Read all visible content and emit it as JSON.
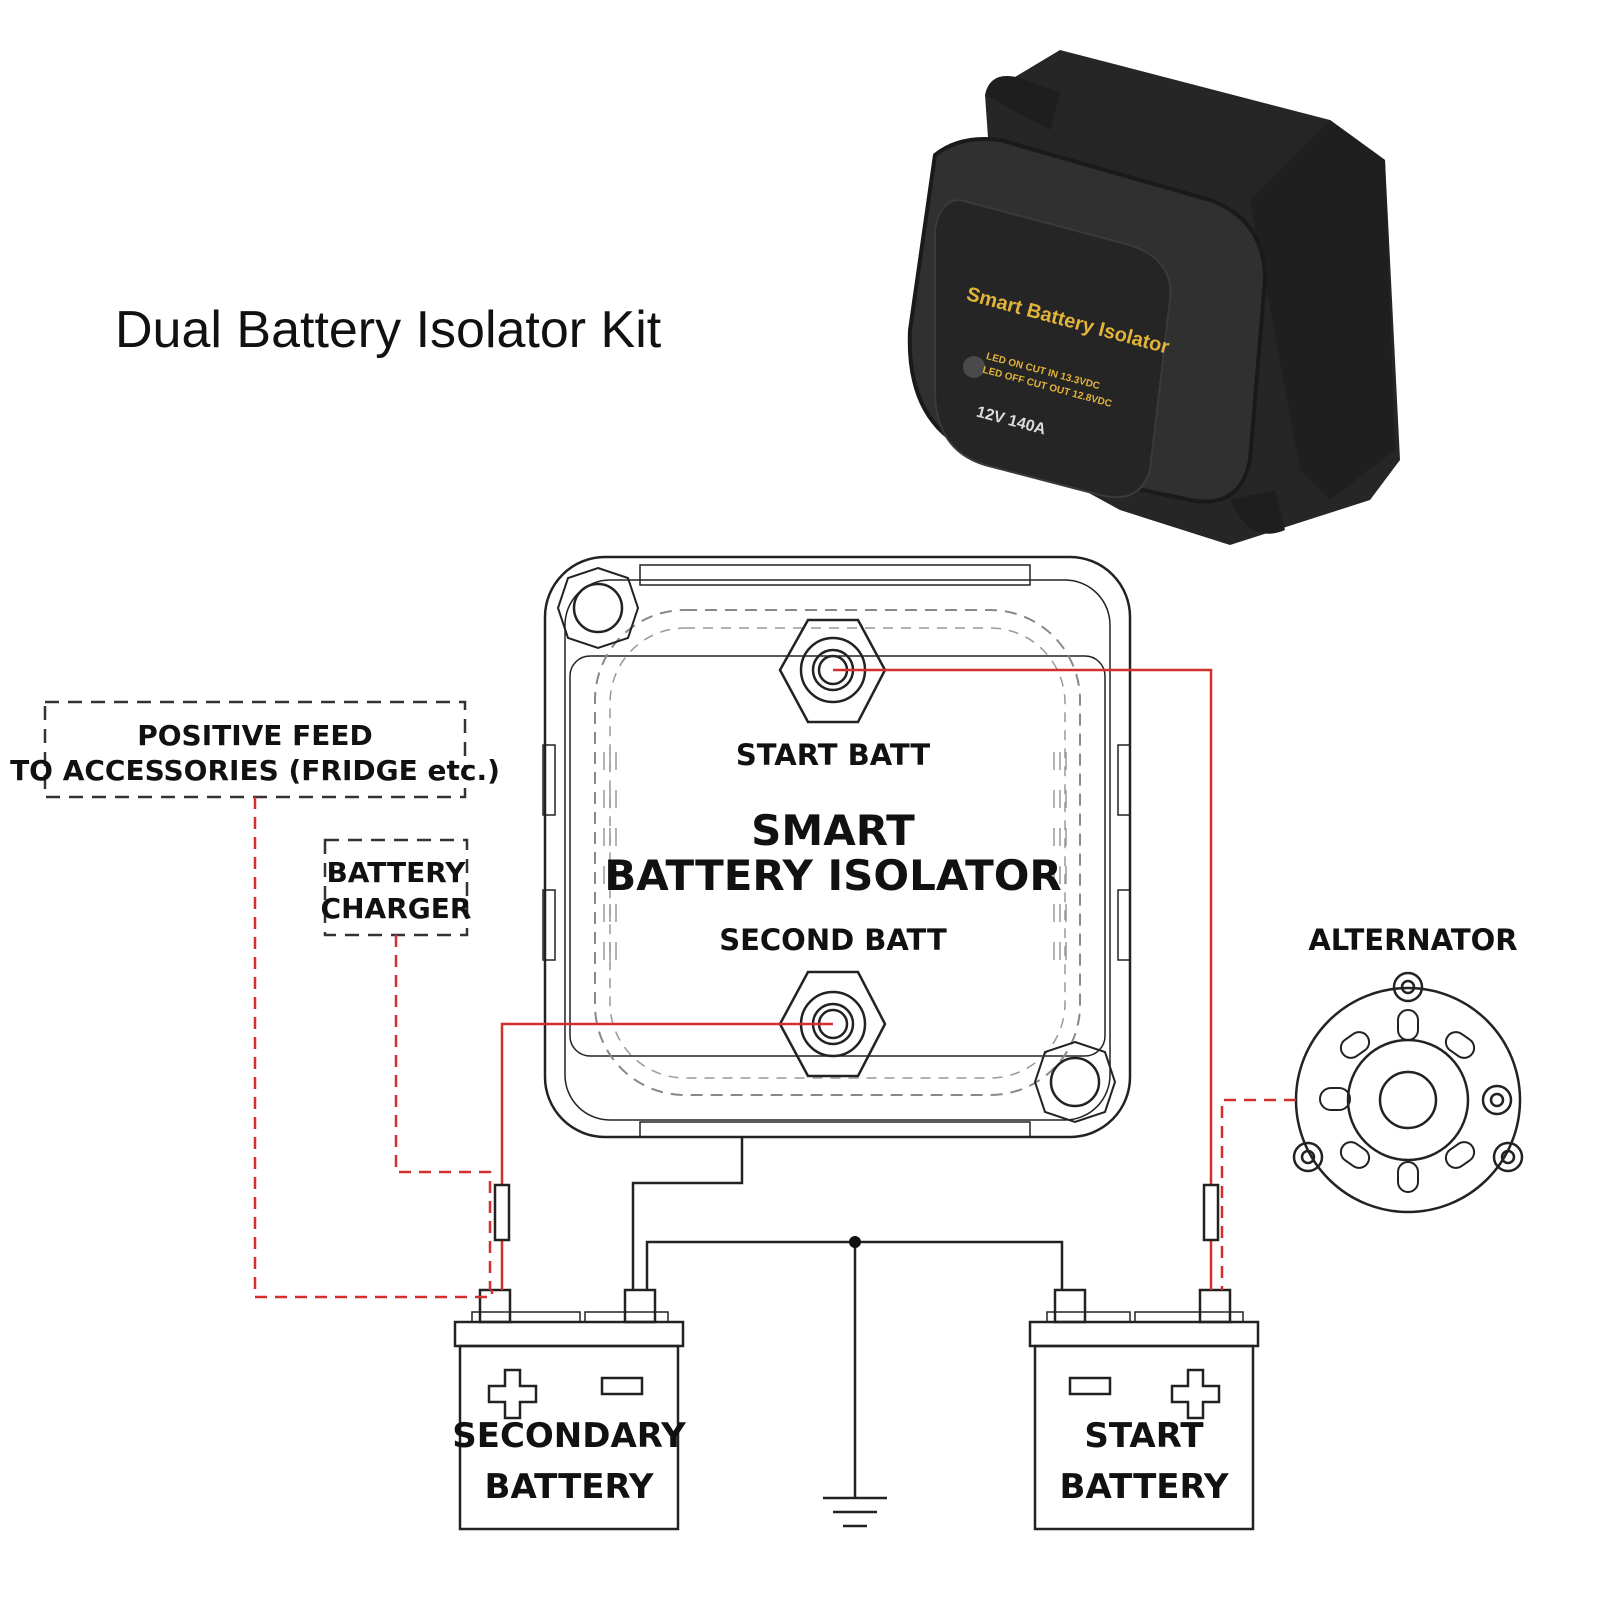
{
  "kit_title": "Dual Battery Isolator Kit",
  "product": {
    "name": "Smart Battery Isolator",
    "led_on": "LED ON CUT IN 13.3VDC",
    "led_off": "LED OFF CUT OUT 12.8VDC",
    "rating": "12V 140A"
  },
  "isolator": {
    "title_line1": "SMART",
    "title_line2": "BATTERY ISOLATOR",
    "start_terminal": "START BATT",
    "second_terminal": "SECOND BATT"
  },
  "accessories": {
    "line1": "POSITIVE FEED",
    "line2": "TO ACCESSORIES (FRIDGE etc.)"
  },
  "charger": {
    "line1": "BATTERY",
    "line2": "CHARGER"
  },
  "alternator": {
    "label": "ALTERNATOR"
  },
  "secondary_battery": {
    "line1": "SECONDARY",
    "line2": "BATTERY"
  },
  "start_battery": {
    "line1": "START",
    "line2": "BATTERY"
  },
  "colors": {
    "wire_positive": "#d32f2f",
    "wire_negative": "#222222",
    "product_body": "#2b2b2b",
    "product_text": "#e2b33a"
  }
}
